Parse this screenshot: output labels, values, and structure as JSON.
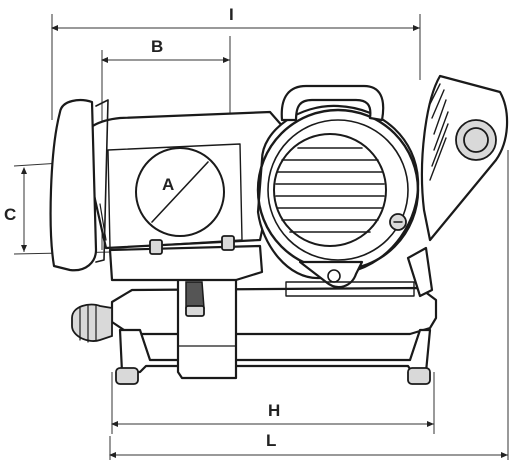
{
  "dimensions": {
    "I": "I",
    "B": "B",
    "C": "C",
    "A": "A",
    "H": "H",
    "L": "L"
  }
}
